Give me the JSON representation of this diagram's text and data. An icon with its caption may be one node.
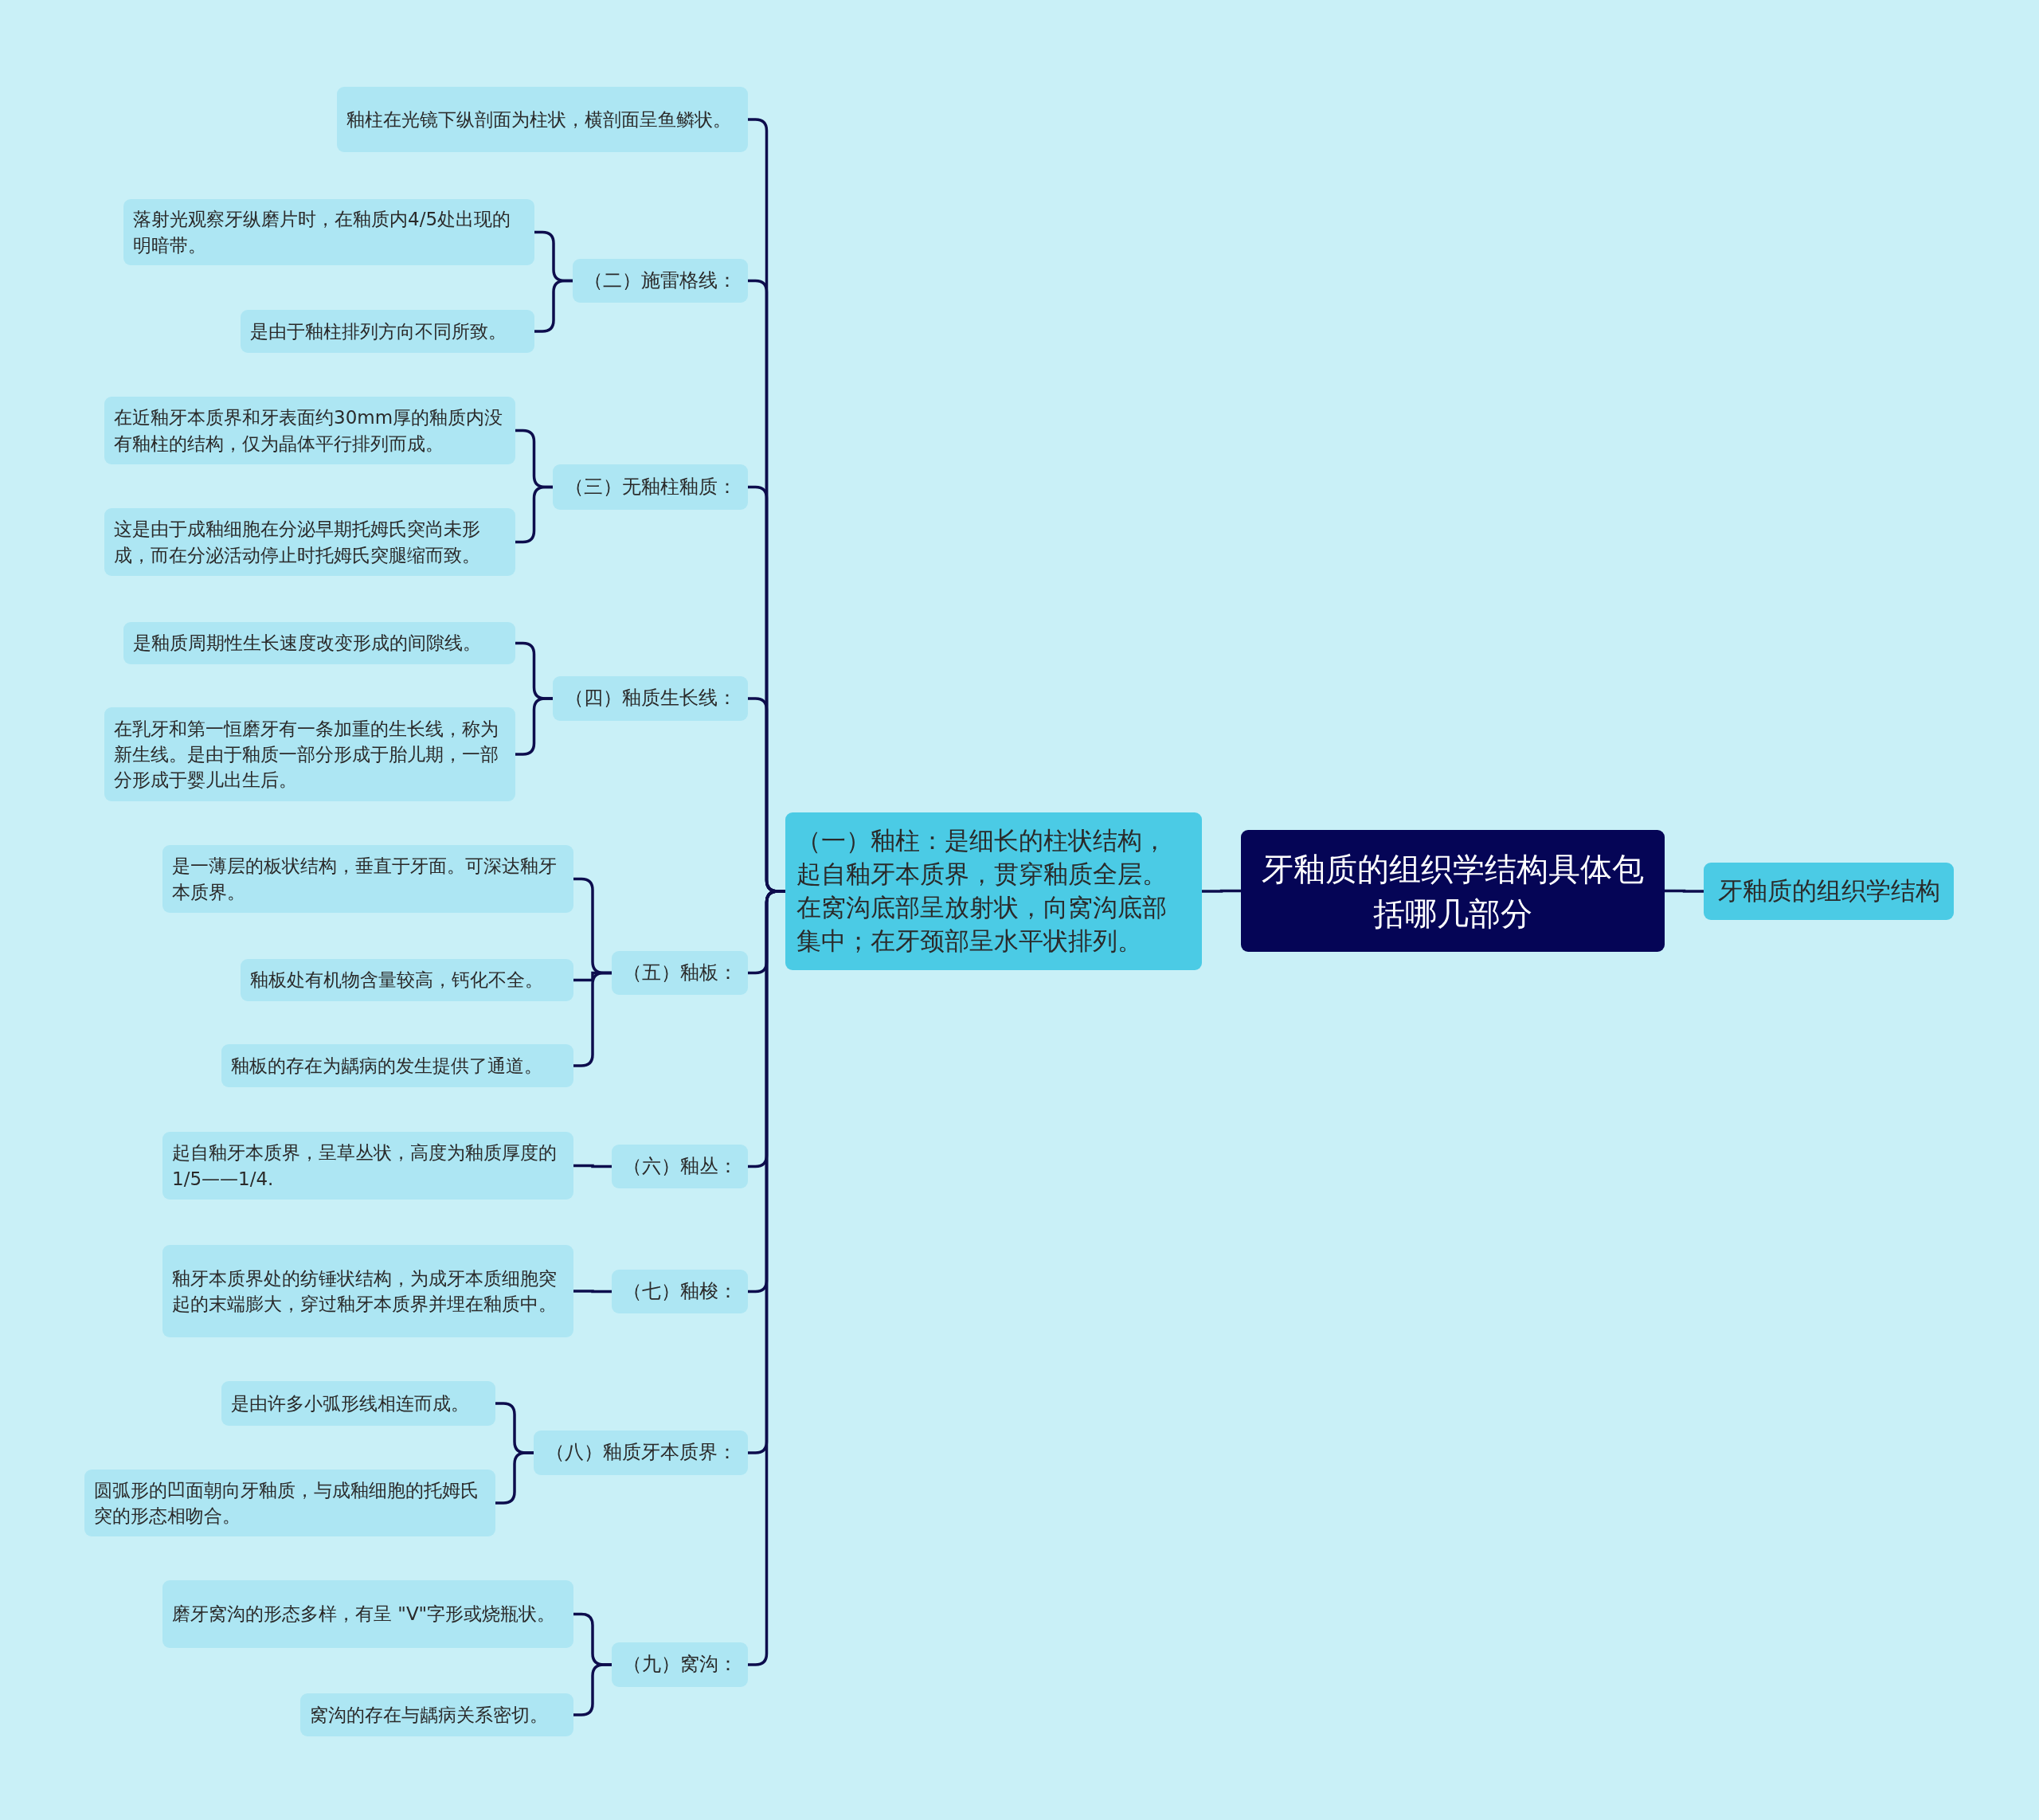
{
  "diagram": {
    "nodes": [
      {
        "text": [
          "牙釉质的组织学结构具体包括哪几部分"
        ]
      },
      {
        "text": [
          "牙釉质的组织学结构"
        ]
      },
      {
        "text": [
          "（一）釉柱：是细长的柱状结构，起自釉牙本质界，贯穿釉质全层。在窝沟底部呈放射状，向窝沟底部集中；在牙颈部呈水平状排列。"
        ]
      },
      {
        "text": [
          "釉柱在光镜下纵剖面为柱状，横剖面呈鱼鳞状。"
        ]
      },
      {
        "text": [
          "（二）施雷格线："
        ]
      },
      {
        "text": [
          "落射光观察牙纵磨片时，在釉质内4/5处出现的明暗带。"
        ]
      },
      {
        "text": [
          "是由于釉柱排列方向不同所致。"
        ]
      },
      {
        "text": [
          "（三）无釉柱釉质："
        ]
      },
      {
        "text": [
          "在近釉牙本质界和牙表面约30mm厚的釉质内没有釉柱的结构，仅为晶体平行排列而成。"
        ]
      },
      {
        "text": [
          "这是由于成釉细胞在分泌早期托姆氏突尚未形成，而在分泌活动停止时托姆氏突腿缩而致。"
        ]
      },
      {
        "text": [
          "（四）釉质生长线："
        ]
      },
      {
        "text": [
          "是釉质周期性生长速度改变形成的间隙线。"
        ]
      },
      {
        "text": [
          "在乳牙和第一恒磨牙有一条加重的生长线，称为新生线。是由于釉质一部分形成于胎儿期，一部分形成于婴儿出生后。"
        ]
      },
      {
        "text": [
          "（五）釉板："
        ]
      },
      {
        "text": [
          "是一薄层的板状结构，垂直于牙面。可深达釉牙本质界。"
        ]
      },
      {
        "text": [
          "釉板处有机物含量较高，钙化不全。"
        ]
      },
      {
        "text": [
          "釉板的存在为龋病的发生提供了通道。"
        ]
      },
      {
        "text": [
          "（六）釉丛："
        ]
      },
      {
        "text": [
          "起自釉牙本质界，呈草丛状，高度为釉质厚度的1/5——1/4."
        ]
      },
      {
        "text": [
          "（七）釉梭："
        ]
      },
      {
        "text": [
          "釉牙本质界处的纺锤状结构，为成牙本质细胞突起的末端膨大，穿过釉牙本质界并埋在釉质中。"
        ]
      },
      {
        "text": [
          "（八）釉质牙本质界："
        ]
      },
      {
        "text": [
          "是由许多小弧形线相连而成。"
        ]
      },
      {
        "text": [
          "圆弧形的凹面朝向牙釉质，与成釉细胞的托姆氏突的形态相吻合。"
        ]
      },
      {
        "text": [
          "（九）窝沟："
        ]
      },
      {
        "text": [
          "磨牙窝沟的形态多样，有呈 \"V\"字形或烧瓶状。"
        ]
      },
      {
        "text": [
          "窝沟的存在与龋病关系密切。"
        ]
      }
    ],
    "edges": [
      {
        "from": 0,
        "to": 1,
        "arrow": "none"
      },
      {
        "from": 0,
        "to": 2,
        "arrow": "none"
      },
      {
        "from": 2,
        "to": 3,
        "arrow": "none"
      },
      {
        "from": 2,
        "to": 4,
        "arrow": "none"
      },
      {
        "from": 2,
        "to": 7,
        "arrow": "none"
      },
      {
        "from": 2,
        "to": 10,
        "arrow": "none"
      },
      {
        "from": 2,
        "to": 13,
        "arrow": "none"
      },
      {
        "from": 2,
        "to": 17,
        "arrow": "none"
      },
      {
        "from": 2,
        "to": 19,
        "arrow": "none"
      },
      {
        "from": 2,
        "to": 21,
        "arrow": "none"
      },
      {
        "from": 2,
        "to": 24,
        "arrow": "none"
      },
      {
        "from": 4,
        "to": 5,
        "arrow": "none"
      },
      {
        "from": 4,
        "to": 6,
        "arrow": "none"
      },
      {
        "from": 7,
        "to": 8,
        "arrow": "none"
      },
      {
        "from": 7,
        "to": 9,
        "arrow": "none"
      },
      {
        "from": 10,
        "to": 11,
        "arrow": "none"
      },
      {
        "from": 10,
        "to": 12,
        "arrow": "none"
      },
      {
        "from": 13,
        "to": 14,
        "arrow": "none"
      },
      {
        "from": 13,
        "to": 15,
        "arrow": "none"
      },
      {
        "from": 13,
        "to": 16,
        "arrow": "none"
      },
      {
        "from": 17,
        "to": 18,
        "arrow": "none"
      },
      {
        "from": 19,
        "to": 20,
        "arrow": "none"
      },
      {
        "from": 21,
        "to": 22,
        "arrow": "none"
      },
      {
        "from": 21,
        "to": 23,
        "arrow": "none"
      },
      {
        "from": 24,
        "to": 25,
        "arrow": "none"
      },
      {
        "from": 24,
        "to": 26,
        "arrow": "none"
      }
    ]
  }
}
